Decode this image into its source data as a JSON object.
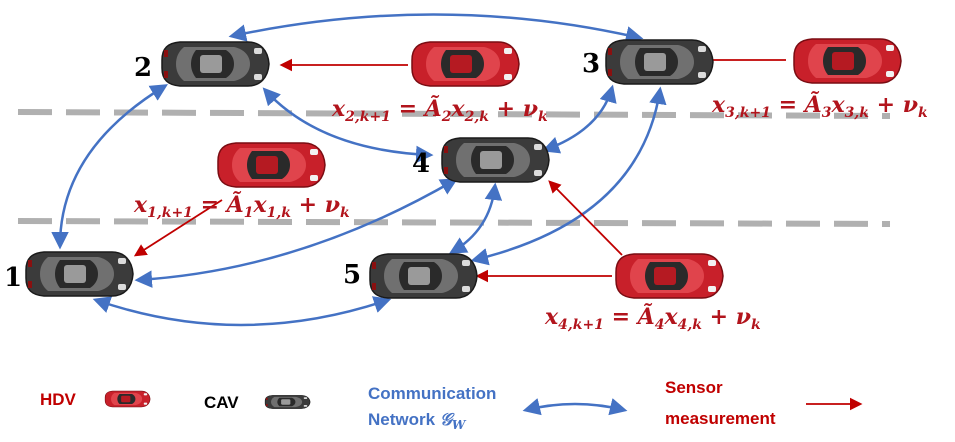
{
  "nodes": [
    {
      "id": "1",
      "label": "1",
      "type": "CAV"
    },
    {
      "id": "2",
      "label": "2",
      "type": "CAV"
    },
    {
      "id": "3",
      "label": "3",
      "type": "CAV"
    },
    {
      "id": "4",
      "label": "4",
      "type": "CAV"
    },
    {
      "id": "5",
      "label": "5",
      "type": "CAV"
    }
  ],
  "equations": {
    "eq1": {
      "main": "x",
      "sub": "1,k+1",
      "rest": " = Ã",
      "sub2": "1",
      "x": "x",
      "sub3": "1,k",
      "plus": " + ν",
      "sub4": "k"
    },
    "eq2": {
      "main": "x",
      "sub": "2,k+1",
      "rest": " = Ã",
      "sub2": "2",
      "x": "x",
      "sub3": "2,k",
      "plus": " + ν",
      "sub4": "k"
    },
    "eq3": {
      "main": "x",
      "sub": "3,k+1",
      "rest": " = Ã",
      "sub2": "3",
      "x": "x",
      "sub3": "3,k",
      "plus": " + ν",
      "sub4": "k"
    },
    "eq4": {
      "main": "x",
      "sub": "4,k+1",
      "rest": " = Ã",
      "sub2": "4",
      "x": "x",
      "sub3": "4,k",
      "plus": " + ν",
      "sub4": "k"
    }
  },
  "legend": {
    "hdv": "HDV",
    "cav": "CAV",
    "comm_line1": "Communication",
    "comm_line2": "Network",
    "comm_symbol": "𝒢",
    "comm_sub": "W",
    "sensor_line1": "Sensor",
    "sensor_line2": "measurement"
  },
  "colors": {
    "hdv": "#c8202a",
    "cav": "#3a3a3a",
    "communication": "#4472c4",
    "sensor": "#c00000",
    "lane": "#b0b0b0"
  }
}
